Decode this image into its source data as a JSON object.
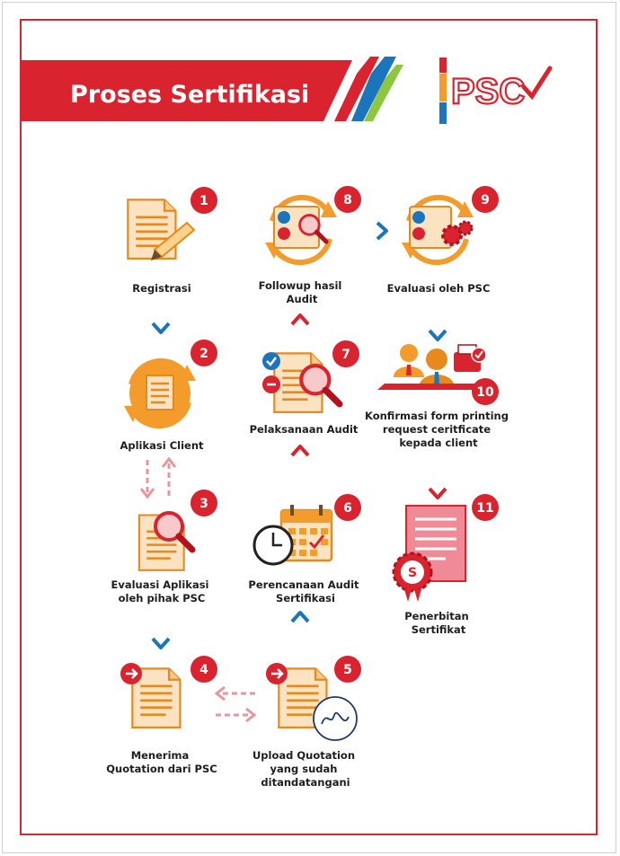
{
  "header": {
    "title": "Proses Sertifikasi",
    "logo_text": "PSC"
  },
  "steps": [
    {
      "number": "1",
      "label": [
        "Registrasi"
      ]
    },
    {
      "number": "2",
      "label": [
        "Aplikasi Client"
      ]
    },
    {
      "number": "3",
      "label": [
        "Evaluasi Aplikasi",
        "oleh pihak PSC"
      ]
    },
    {
      "number": "4",
      "label": [
        "Menerima",
        "Quotation dari PSC"
      ]
    },
    {
      "number": "5",
      "label": [
        "Upload Quotation",
        "yang sudah",
        "ditandatangani"
      ]
    },
    {
      "number": "6",
      "label": [
        "Perencanaan Audit",
        "Sertifikasi"
      ]
    },
    {
      "number": "7",
      "label": [
        "Pelaksanaan Audit"
      ]
    },
    {
      "number": "8",
      "label": [
        "Followup hasil",
        "Audit"
      ]
    },
    {
      "number": "9",
      "label": [
        "Evaluasi oleh PSC"
      ]
    },
    {
      "number": "10",
      "label": [
        "Konfirmasi form printing",
        "request ceritficate",
        "kepada client"
      ]
    },
    {
      "number": "11",
      "label": [
        "Penerbitan",
        "Sertifikat"
      ]
    }
  ],
  "colors": {
    "accent_red": "#d9232e",
    "orange": "#f39c2b",
    "green": "#8dc63f",
    "blue": "#1b75bc",
    "pink_dashed": "#e8969b"
  }
}
